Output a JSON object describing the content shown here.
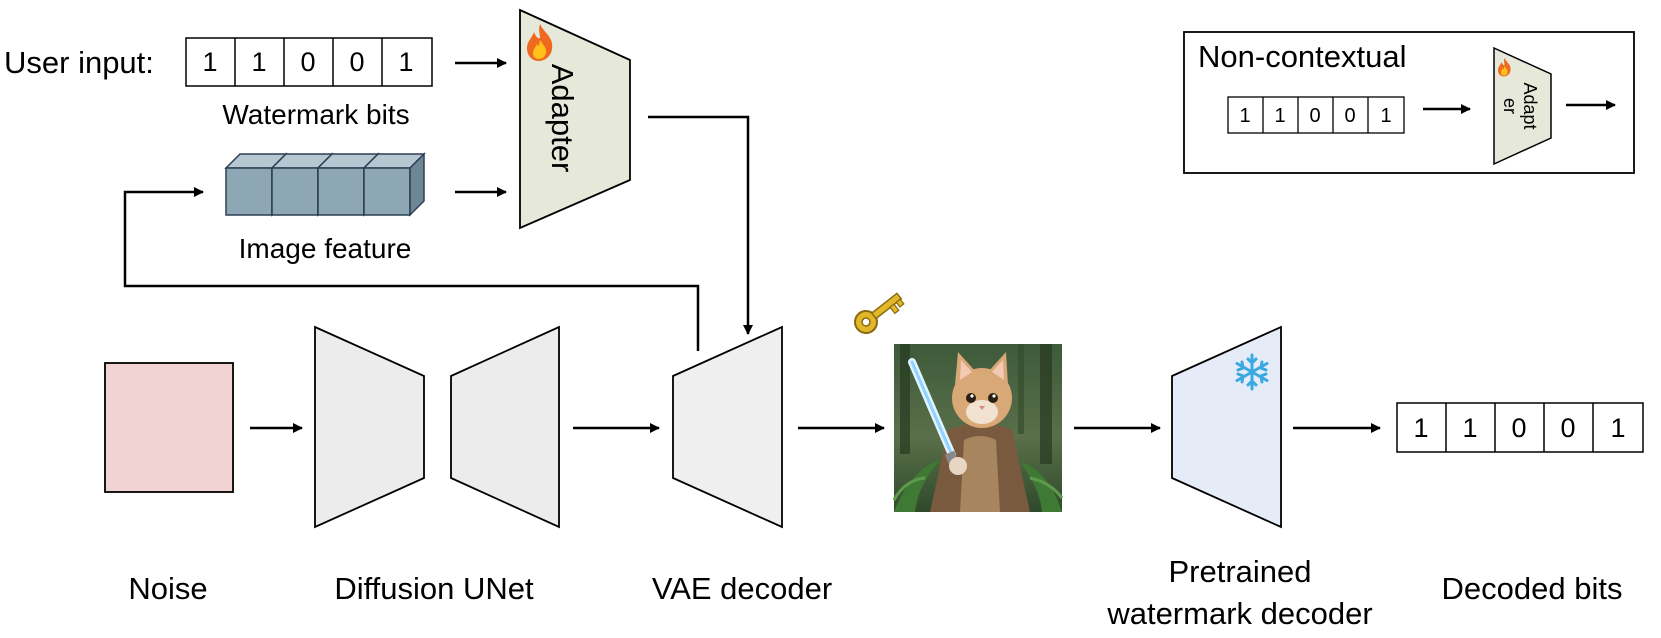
{
  "user_input_label": "User input:",
  "watermark_bits": [
    "1",
    "1",
    "0",
    "0",
    "1"
  ],
  "watermark_bits_label": "Watermark bits",
  "image_feature_label": "Image feature",
  "adapter_label": "Adapter",
  "non_contextual": {
    "title": "Non-contextual",
    "bits": [
      "1",
      "1",
      "0",
      "0",
      "1"
    ],
    "adapter_label_line1": "Adapt",
    "adapter_label_line2": "er"
  },
  "stages": {
    "noise": "Noise",
    "unet": "Diffusion UNet",
    "vae": "VAE decoder",
    "decoder_line1": "Pretrained",
    "decoder_line2": "watermark decoder",
    "decoded": "Decoded bits"
  },
  "decoded_bits": [
    "1",
    "1",
    "0",
    "0",
    "1"
  ],
  "colors": {
    "noise_fill": "#f1d3d3",
    "module_fill": "#ececec",
    "adapter_fill": "#e6e9da",
    "decoder_fill": "#e5ecf8",
    "feature_fill": "#8ea7b5",
    "trainable_flame": "#ef6a1f",
    "frozen_snowflake": "#3aa9e0",
    "key": "#d9b020"
  },
  "icons": {
    "trainable": "flame-icon",
    "frozen": "snowflake-icon",
    "secret_key": "key-icon",
    "generated_image": "kitten-jedi-image"
  }
}
